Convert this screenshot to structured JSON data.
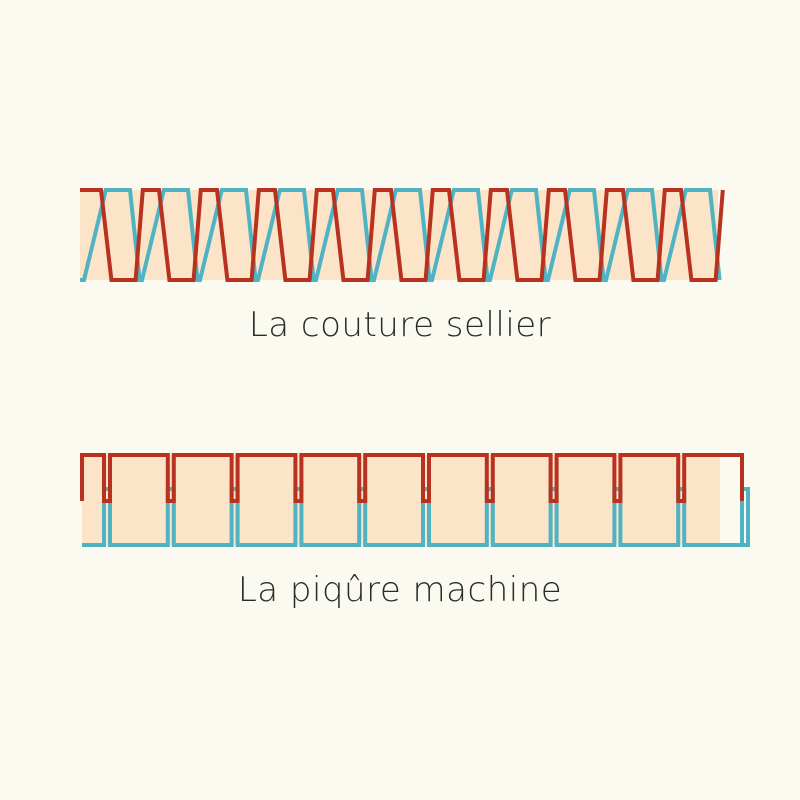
{
  "diagrams": [
    {
      "id": "saddle",
      "caption": "La couture sellier",
      "stitch_type": "saddle"
    },
    {
      "id": "machine",
      "caption": "La piqûre machine",
      "stitch_type": "lockstitch"
    }
  ],
  "colors": {
    "background": "#fbfaf0",
    "leather": "#fbe4c8",
    "thread_top": "#b8321f",
    "thread_bottom": "#4fb3c3",
    "text": "#2a2a2a"
  }
}
